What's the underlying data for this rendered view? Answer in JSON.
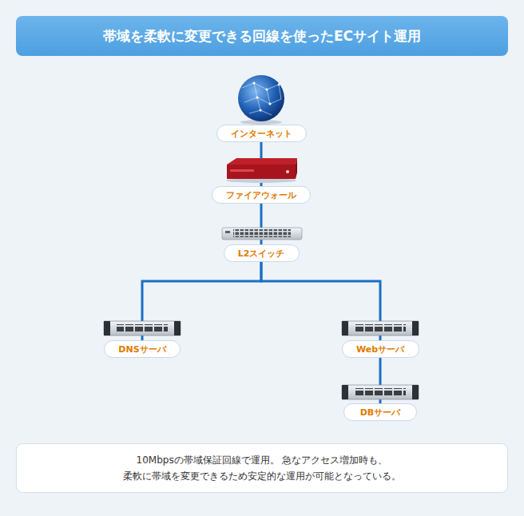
{
  "diagram": {
    "title": "帯域を柔軟に変更できる回線を使ったECサイト運用",
    "caption": "10Mbpsの帯域保証回線で運用。 急なアクセス増加時も、柔軟に帯域を変更できるため安定的な運用が可能となっている。",
    "nodes": [
      {
        "text": [
          "インターネット"
        ]
      },
      {
        "text": [
          "ファイアウォール"
        ]
      },
      {
        "text": [
          "L2スイッチ"
        ]
      },
      {
        "text": [
          "DNSサーバ"
        ]
      },
      {
        "text": [
          "Webサーバ"
        ]
      },
      {
        "text": [
          "DBサーバ"
        ]
      }
    ],
    "edges": [
      {
        "from": 0,
        "to": 1,
        "arrow": "none"
      },
      {
        "from": 1,
        "to": 2,
        "arrow": "none"
      },
      {
        "from": 2,
        "to": 3,
        "arrow": "none"
      },
      {
        "from": 2,
        "to": 4,
        "arrow": "none"
      },
      {
        "from": 4,
        "to": 5,
        "arrow": "none"
      }
    ]
  }
}
